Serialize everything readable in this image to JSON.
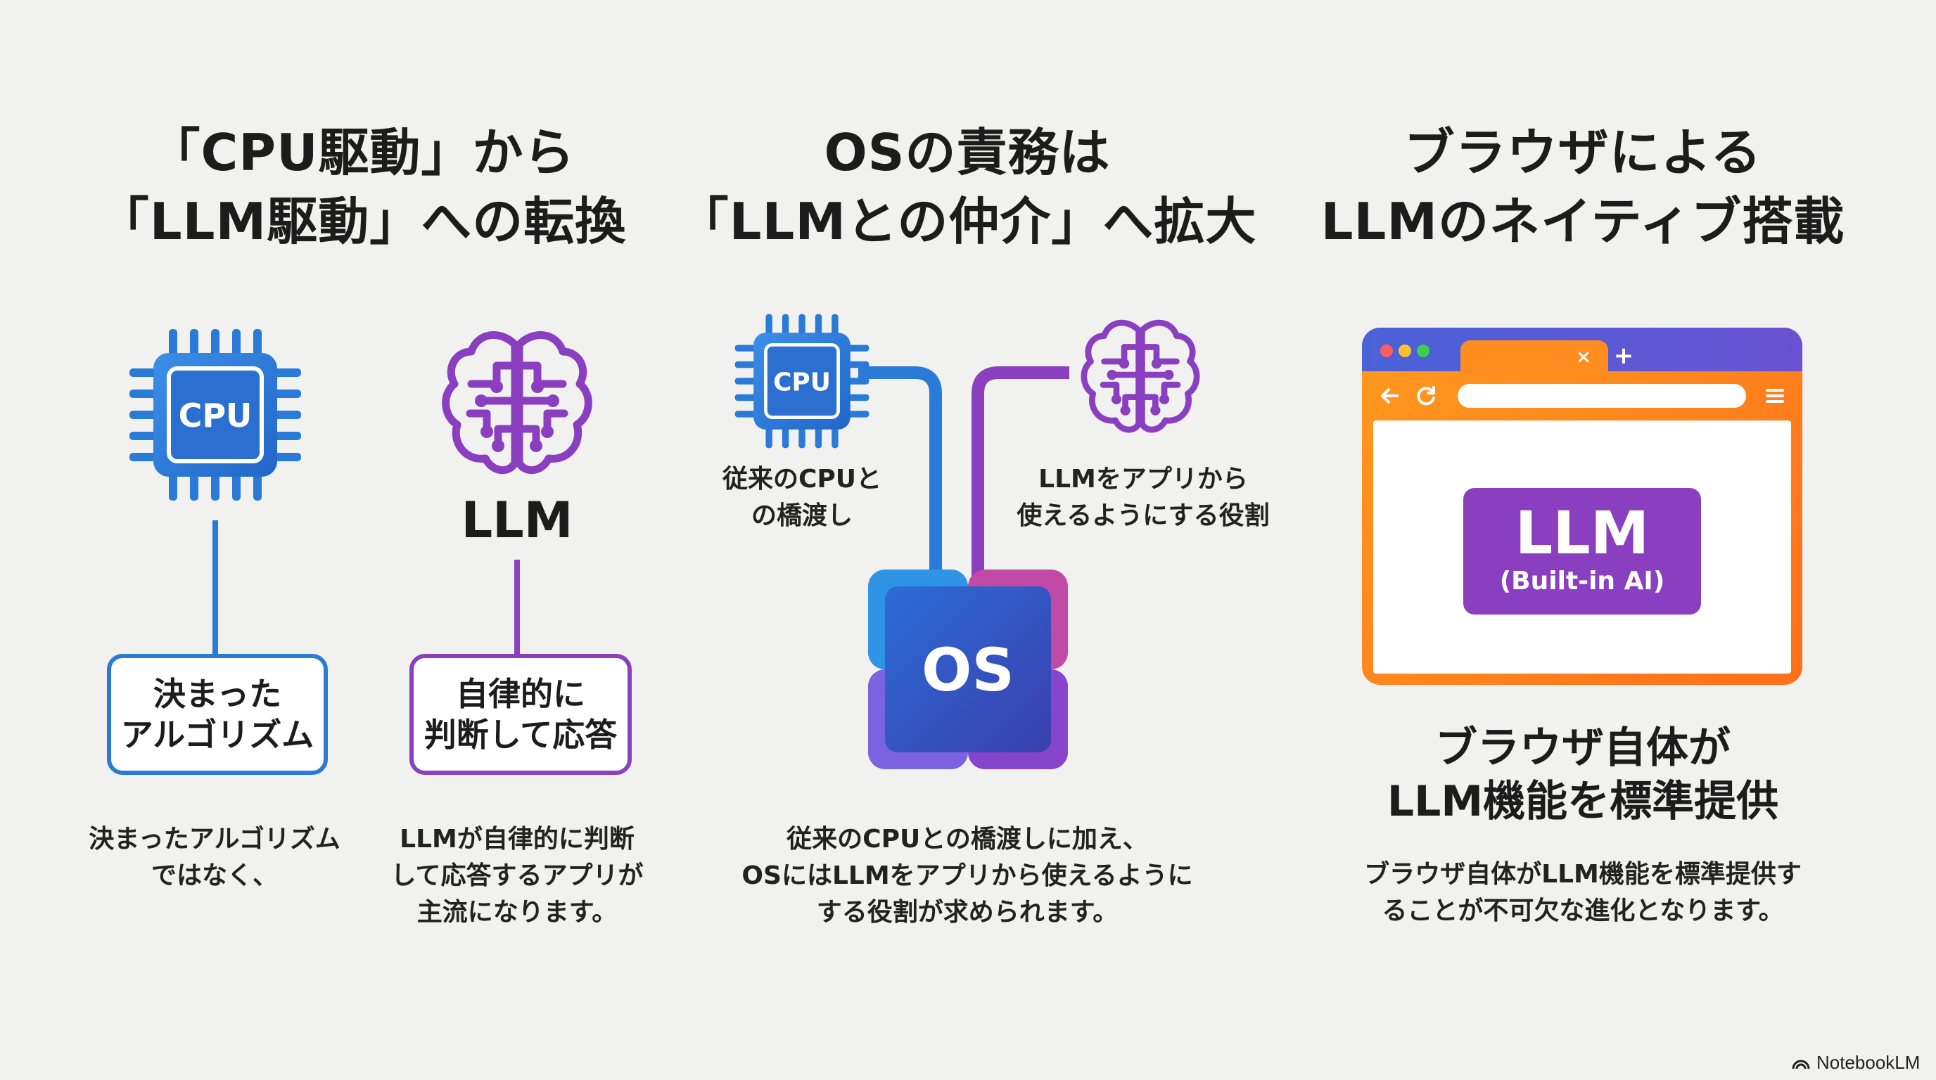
{
  "panel1": {
    "title_line1": "「CPU駆動」から",
    "title_line2": "「LLM駆動」への転換",
    "cpu_icon_label": "CPU",
    "llm_label": "LLM",
    "box_left": "決まった\nアルゴリズム",
    "box_right": "自律的に\n判断して応答",
    "desc_left_line1": "決まったアルゴリズム",
    "desc_left_line2": "ではなく、",
    "desc_right_line1": "LLMが自律的に判断",
    "desc_right_line2": "して応答するアプリが",
    "desc_right_line3": "主流になります。"
  },
  "panel2": {
    "title_line1": "OSの責務は",
    "title_line2": "「LLMとの仲介」へ拡大",
    "cpu_icon_label": "CPU",
    "label_left": "従来のCPUと\nの橋渡し",
    "label_right": "LLMをアプリから\n使えるようにする役割",
    "os_label": "OS",
    "desc_line1": "従来のCPUとの橋渡しに加え、",
    "desc_line2": "OSにはLLMをアプリから使えるように",
    "desc_line3": "する役割が求められます。"
  },
  "panel3": {
    "title_line1": "ブラウザによる",
    "title_line2": "LLMのネイティブ搭載",
    "tab_close": "×",
    "tab_new": "+",
    "llm_label": "LLM",
    "llm_sub": "(Built-in AI)",
    "subtitle_line1": "ブラウザ自体が",
    "subtitle_line2": "LLM機能を標準提供",
    "desc_line1": "ブラウザ自体がLLM機能を標準提供す",
    "desc_line2": "ることが不可欠な進化となります。"
  },
  "footer": {
    "brand": "NotebookLM"
  },
  "colors": {
    "blue": "#2a7ad8",
    "purple": "#8a3fc0",
    "orange": "#ff7a1a",
    "os_blue": "#3552b8"
  }
}
